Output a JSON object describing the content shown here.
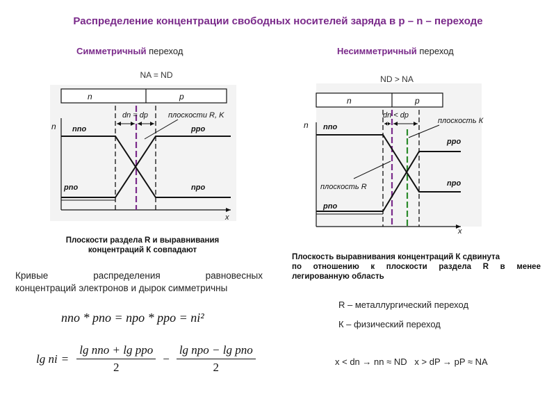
{
  "title": "Распределение концентрации свободных носителей заряда в p – n – переходе",
  "left": {
    "heading_accent": "Симметричный",
    "heading_rest": " переход",
    "condition": "NA = ND",
    "region_n": "n",
    "region_p": "p",
    "width_label": "dn = dp",
    "planes_label": "плоскости R, K",
    "y_axis": "n",
    "x_axis": "x",
    "nno": "nno",
    "ppo": "ppo",
    "pno": "pno",
    "npo": "npo",
    "caption_line1": "Плоскости раздела R и выравнивания",
    "caption_line2": "концентраций К совпадают",
    "para_line1_words": [
      "Кривые",
      "распределения",
      "равновесных"
    ],
    "para_line2": "концентраций электронов и дырок симметричны"
  },
  "right": {
    "heading_accent": "Несимметричный",
    "heading_rest": " переход",
    "condition": "ND > NA",
    "region_n": "n",
    "region_p": "p",
    "width_label": "dn < dp",
    "plane_k_label": "плоскость К",
    "plane_r_label": "плоскость R",
    "y_axis": "n",
    "x_axis": "x",
    "nno": "nno",
    "ppo": "ppo",
    "npo": "npo",
    "pno": "pno",
    "caption_line1": "Плоскость выравнивания концентраций К сдвинута",
    "caption_line2_words": [
      "по",
      "отношению",
      "к",
      "плоскости",
      "раздела",
      "R",
      "в",
      "менее"
    ],
    "caption_line3": "легированную область",
    "r_def": "R – металлургический переход",
    "k_def": "К – физический переход",
    "bottom_relations": "x < dn → nn ≈ ND   x > dP → pP ≈ NA"
  },
  "formula1": {
    "lhs": "nno * pno = npo * ppo = ni²"
  },
  "formula2": {
    "lhs": "lg ni",
    "num1": "lg nno + lg ppo",
    "den1": "2",
    "num2": "lg npo − lg pno",
    "den2": "2"
  },
  "colors": {
    "title": "#7a2a8a",
    "junction_line": "#7a2a8a",
    "k_line": "#2a8a2a",
    "panel_bg": "#f3f3f3"
  }
}
